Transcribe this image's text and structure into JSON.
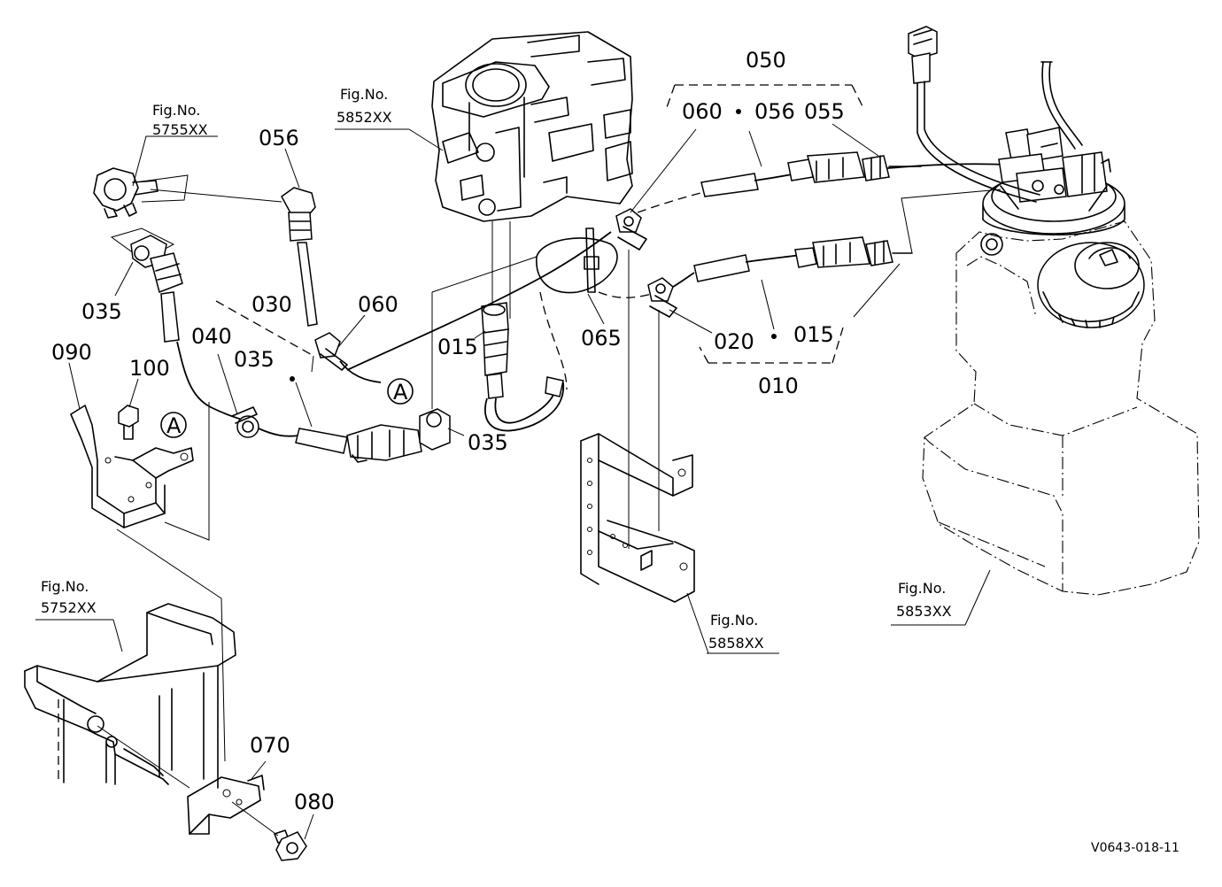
{
  "diagram_code": "V0643-018-11",
  "figure_refs": {
    "fig_5755": {
      "line1": "Fig.No.",
      "line2": "5755XX"
    },
    "fig_5852": {
      "line1": "Fig.No.",
      "line2": "5852XX"
    },
    "fig_5752": {
      "line1": "Fig.No.",
      "line2": "5752XX"
    },
    "fig_5858": {
      "line1": "Fig.No.",
      "line2": "5858XX"
    },
    "fig_5853": {
      "line1": "Fig.No.",
      "line2": "5853XX"
    }
  },
  "callout_letter": "A",
  "parts": {
    "p010": "010",
    "p015": "015",
    "p020": "020",
    "p030": "030",
    "p035": "035",
    "p040": "040",
    "p050": "050",
    "p055": "055",
    "p056": "056",
    "p060": "060",
    "p065": "065",
    "p070": "070",
    "p080": "080",
    "p090": "090",
    "p100": "100"
  }
}
